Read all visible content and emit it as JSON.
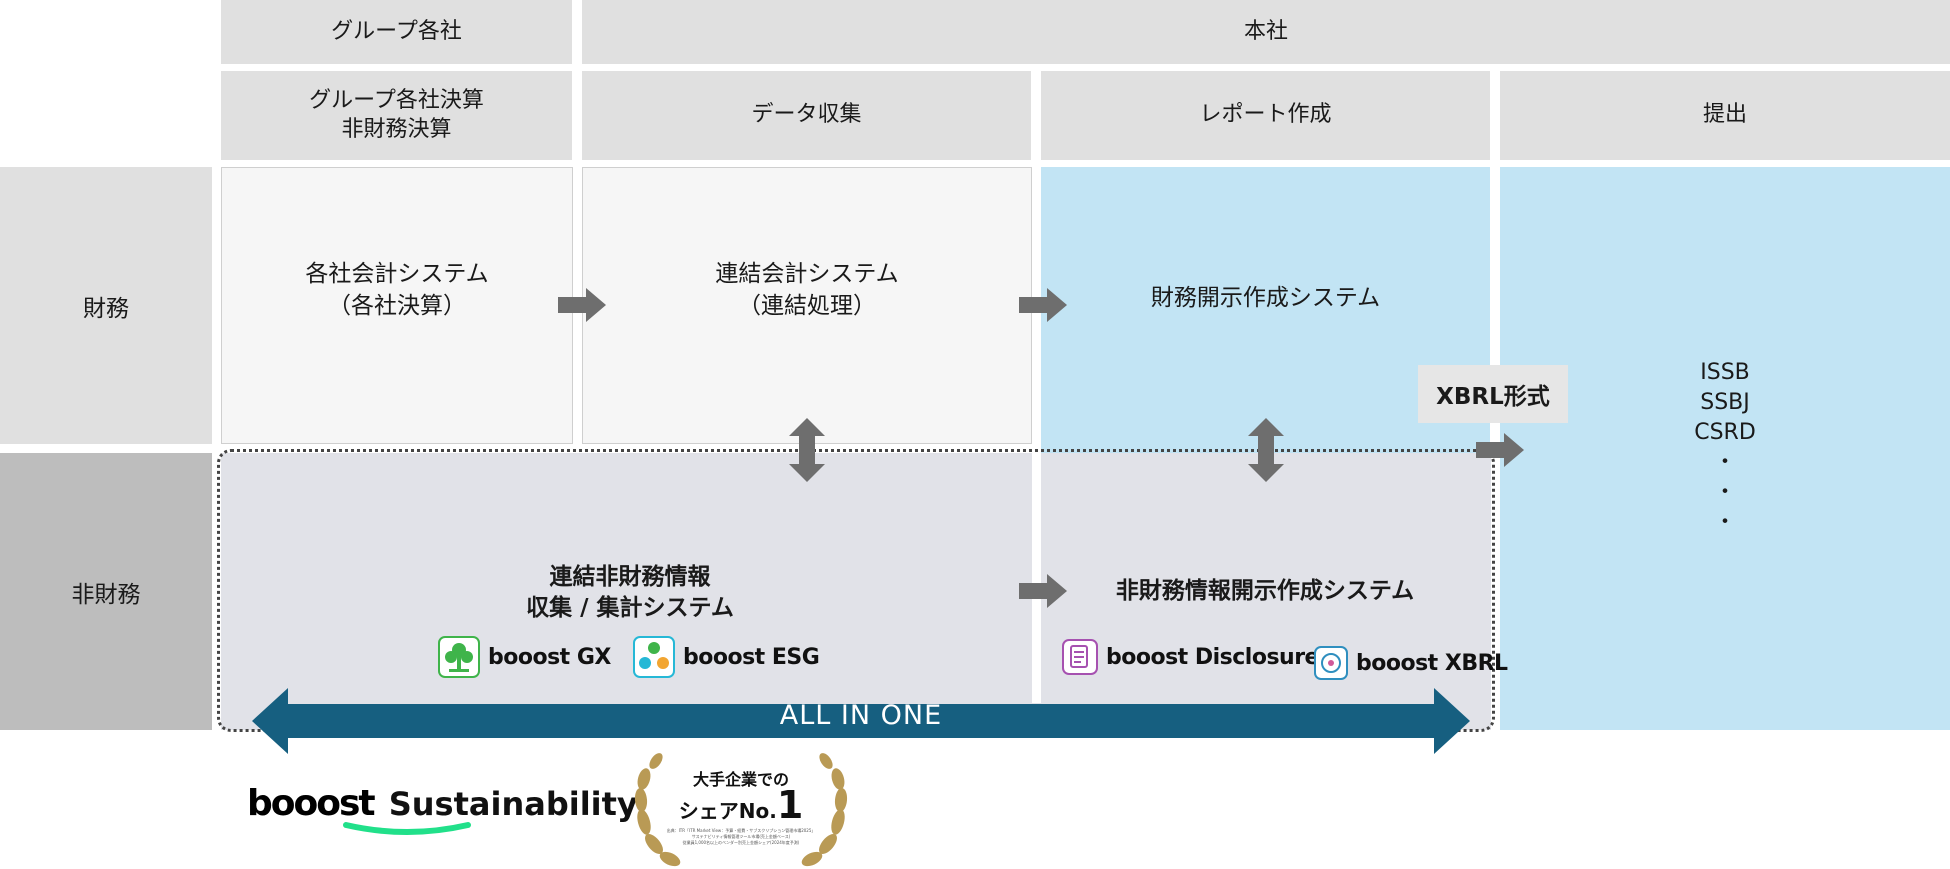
{
  "headers": {
    "group_companies": "グループ各社",
    "head_office": "本社",
    "steps": [
      "グループ各社決算\n非財務決算",
      "データ収集",
      "レポート作成",
      "提出"
    ]
  },
  "rows": {
    "financial": "財務",
    "non_financial": "非財務"
  },
  "financial_flow": {
    "company_system": "各社会計システム\n（各社決算）",
    "consolidation_system": "連結会計システム\n（連結処理）",
    "disclosure_system": "財務開示作成システム"
  },
  "xbrl_format": "XBRL形式",
  "standards": [
    "ISSB",
    "SSBJ",
    "CSRD",
    "・",
    "・",
    "・"
  ],
  "non_financial_flow": {
    "collection_system": "連結非財務情報\n収集 / 集計システム",
    "disclosure_system": "非財務情報開示作成システム"
  },
  "products": [
    {
      "name": "booost GX",
      "icon": "tree-icon",
      "color": "#3fb44a"
    },
    {
      "name": "booost ESG",
      "icon": "esg-icon",
      "color": "#26b8d6"
    },
    {
      "name": "booost Disclosure",
      "icon": "document-icon",
      "color": "#a651b0"
    },
    {
      "name": "booost XBRL",
      "icon": "xbrl-icon",
      "color": "#2f8fbf"
    }
  ],
  "all_in_one": "ALL IN ONE",
  "brand": {
    "prefix": "booost",
    "suffix": "Sustainability",
    "accent": "#21e08a"
  },
  "award": {
    "line1": "大手企業での",
    "line2a": "シェア",
    "line2b": "No.",
    "line2c": "1",
    "note1": "出典：ITR「ITR Market View：予算・経費・サブスクリプション管理市場2025」",
    "note2": "サステナビリティ情報管理ツール市場(売上金額ベース)",
    "note3": "従業員1,000名以上のベンダー別売上金額シェア(2024年度予測)"
  },
  "colors": {
    "arrow": "#6e6e6e",
    "band": "#165f80",
    "panel_blue": "#c2e4f4",
    "gold": "#b99a55"
  }
}
